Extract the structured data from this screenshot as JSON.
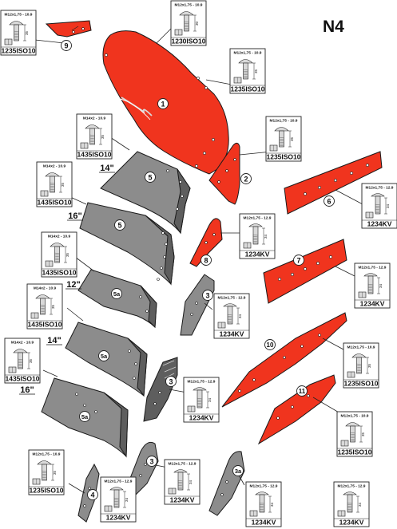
{
  "title": "N4",
  "parts": [
    {
      "number": "1"
    },
    {
      "number": "2"
    },
    {
      "number": "3"
    },
    {
      "number": "3"
    },
    {
      "number": "3"
    },
    {
      "number": "3a"
    },
    {
      "number": "4"
    },
    {
      "number": "5"
    },
    {
      "number": "5"
    },
    {
      "number": "5a"
    },
    {
      "number": "5a"
    },
    {
      "number": "5a"
    },
    {
      "number": "6"
    },
    {
      "number": "7"
    },
    {
      "number": "8"
    },
    {
      "number": "9"
    },
    {
      "number": "10"
    },
    {
      "number": "11"
    }
  ],
  "sizes": [
    "14\"",
    "16\"",
    "12\"",
    "14\"",
    "16\""
  ],
  "bolts": [
    {
      "spec": "M12x1,75 - 10.9",
      "code": "1235ISO10",
      "len": "35"
    },
    {
      "spec": "M12x1,75 - 10.9",
      "code": "1230ISO10",
      "len": "30"
    },
    {
      "spec": "M12x1,75 - 10.9",
      "code": "1235ISO10",
      "len": "35"
    },
    {
      "spec": "M12x1,75 - 10.9",
      "code": "1235ISO10",
      "len": "35"
    },
    {
      "spec": "M14x2 - 10.9",
      "code": "1435ISO10",
      "len": "35"
    },
    {
      "spec": "M14x2 - 10.9",
      "code": "1435ISO10",
      "len": "35"
    },
    {
      "spec": "M12x1,75 - 12.9",
      "code": "1234KV",
      "len": "34"
    },
    {
      "spec": "M12x1,75 - 12.9",
      "code": "1234KV",
      "len": "34"
    },
    {
      "spec": "M14x2 - 10.9",
      "code": "1435ISO10",
      "len": "35"
    },
    {
      "spec": "M12x1,75 - 12.9",
      "code": "1234KV",
      "len": "34"
    },
    {
      "spec": "M12x1,75 - 12.9",
      "code": "1234KV",
      "len": "34"
    },
    {
      "spec": "M14x2 - 10.9",
      "code": "1435ISO10",
      "len": "35"
    },
    {
      "spec": "M14x2 - 10.9",
      "code": "1435ISO10",
      "len": "35"
    },
    {
      "spec": "M12x1,75 - 10.9",
      "code": "1235ISO10",
      "len": "35"
    },
    {
      "spec": "M12x1,75 - 12.9",
      "code": "1234KV",
      "len": "34"
    },
    {
      "spec": "M12x1,75 - 10.9",
      "code": "1235ISO10",
      "len": "35"
    },
    {
      "spec": "M12x1,75 - 12.9",
      "code": "1234KV",
      "len": "34"
    },
    {
      "spec": "M12x1,75 - 10.9",
      "code": "1235ISO10",
      "len": "35"
    },
    {
      "spec": "M12x1,75 - 12.9",
      "code": "1234KV",
      "len": "34"
    },
    {
      "spec": "M12x1,75 - 12.9",
      "code": "1234KV",
      "len": "34"
    },
    {
      "spec": "M12x1,75 - 12.9",
      "code": "1234KV",
      "len": "34"
    }
  ],
  "colors": {
    "red_part": "#f0341e",
    "grey_part": "#8c8c8c",
    "outline": "#1a1a1a"
  }
}
